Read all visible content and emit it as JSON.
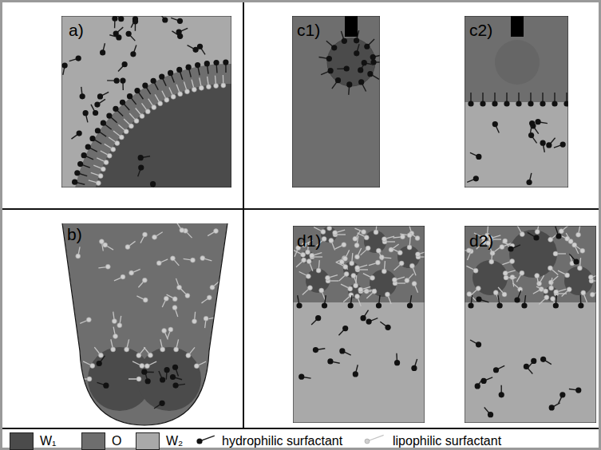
{
  "diagram": {
    "labels": [
      "a)",
      "c1)",
      "c2)",
      "b)",
      "d1)",
      "d2)"
    ],
    "legend": [
      {
        "text": "W₁",
        "color": "#4b4b4b"
      },
      {
        "text": "O",
        "color": "#6e6e6e"
      },
      {
        "text": "W₂",
        "color": "#a9a9a9"
      },
      {
        "text": "hydrophilic surfactant"
      },
      {
        "text": "lipophilic surfactant"
      }
    ]
  }
}
